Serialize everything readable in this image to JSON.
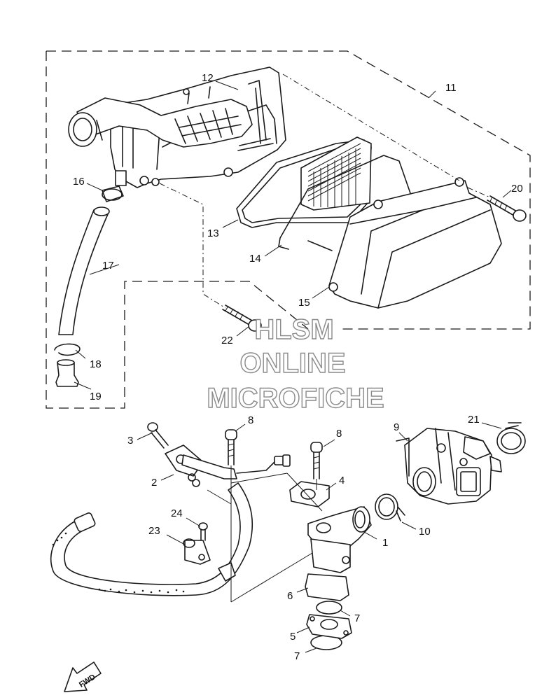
{
  "callouts": {
    "c1": "1",
    "c2": "2",
    "c3": "3",
    "c4": "4",
    "c5": "5",
    "c6": "6",
    "c7a": "7",
    "c7b": "7",
    "c8a": "8",
    "c8b": "8",
    "c9": "9",
    "c10": "10",
    "c11": "11",
    "c12": "12",
    "c13": "13",
    "c14": "14",
    "c15": "15",
    "c16": "16",
    "c17": "17",
    "c18": "18",
    "c19": "19",
    "c20": "20",
    "c21": "21",
    "c22": "22",
    "c23": "23",
    "c24": "24"
  },
  "watermark": {
    "line1": "HLSM",
    "line2": "ONLINE",
    "line3": "MICROFICHE"
  },
  "direction_label": "FWD"
}
